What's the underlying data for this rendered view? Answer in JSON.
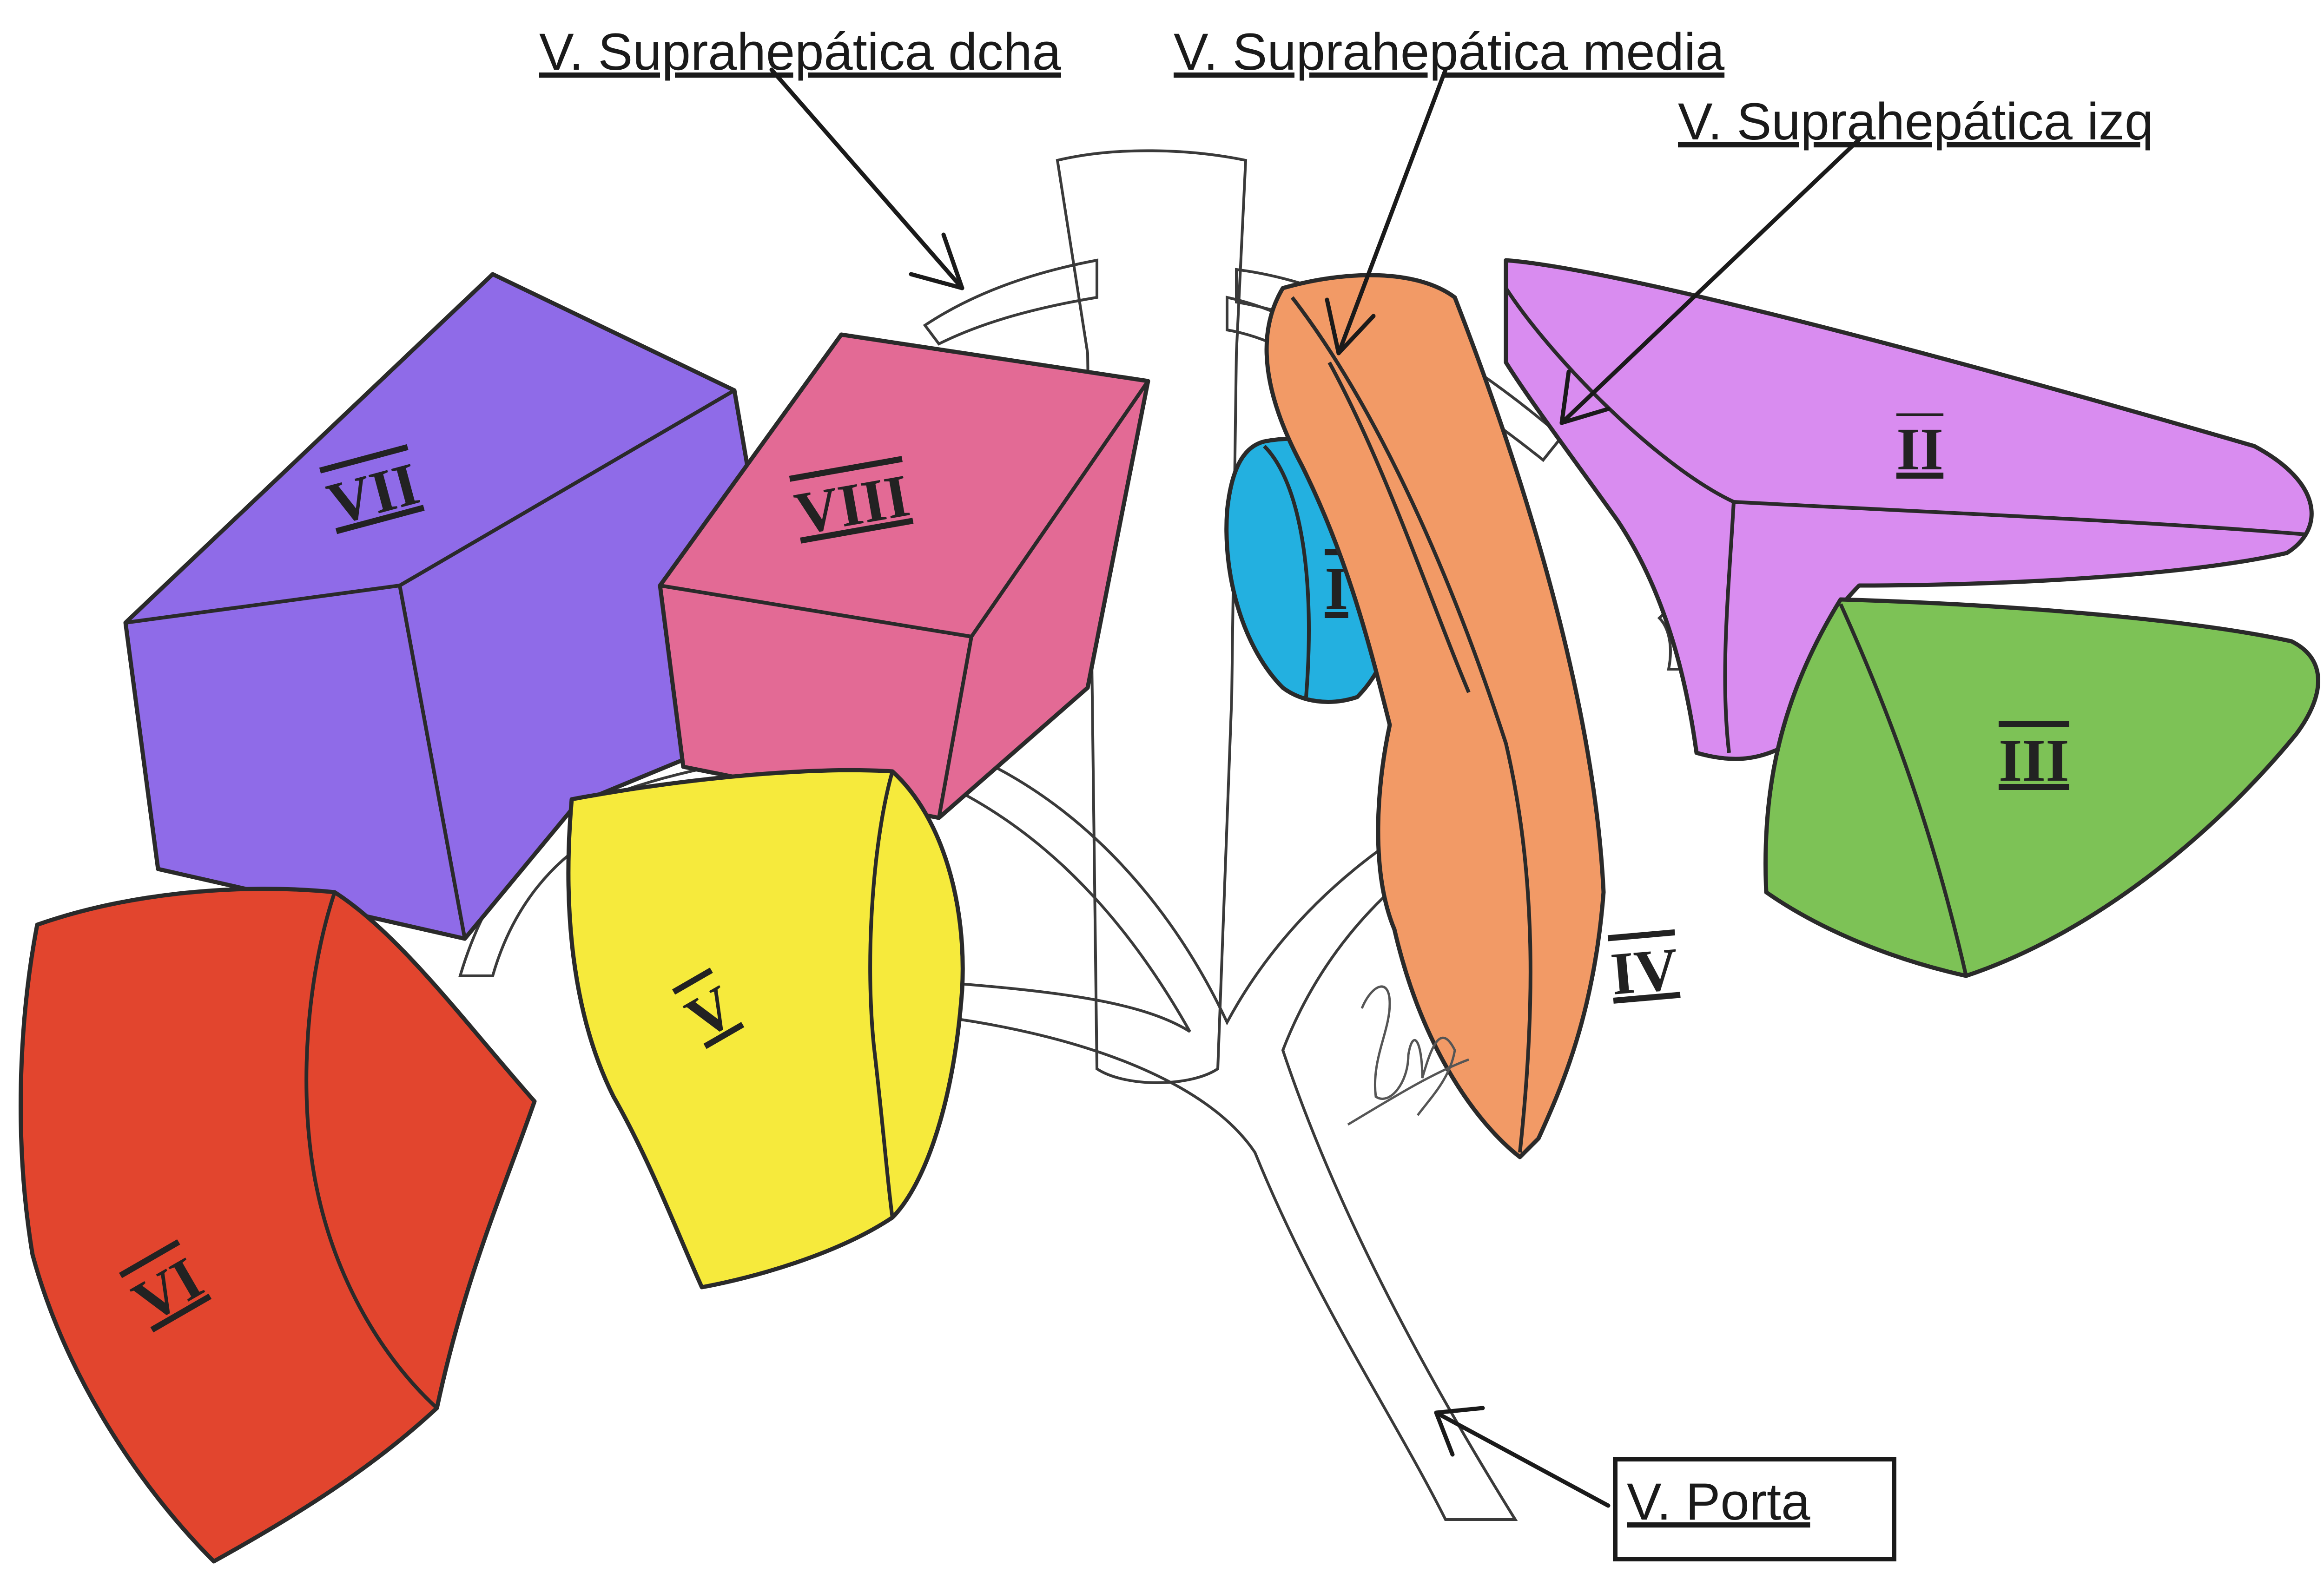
{
  "labels": {
    "hepatic_vein_right": "V. Suprahepática dcha",
    "hepatic_vein_middle": "V. Suprahepática media",
    "hepatic_vein_left": "V. Suprahepática izq",
    "portal_vein": "V. Porta"
  },
  "segments": {
    "s1": "I",
    "s2": "II",
    "s3": "III",
    "s4": "IV",
    "s5": "V",
    "s6": "VI",
    "s7": "VII",
    "s8": "VIII"
  },
  "colors": {
    "vena_cava": "#5b8fe0",
    "portal_vein": "#a9dcf3",
    "segment_I": "#23b0e0",
    "segment_II": "#d98cf0",
    "segment_III": "#7dc256",
    "segment_IV": "#f29a66",
    "segment_V": "#f6ea3c",
    "segment_VI": "#e2452e",
    "segment_VII": "#8f6be8",
    "segment_VIII": "#e36a95"
  }
}
